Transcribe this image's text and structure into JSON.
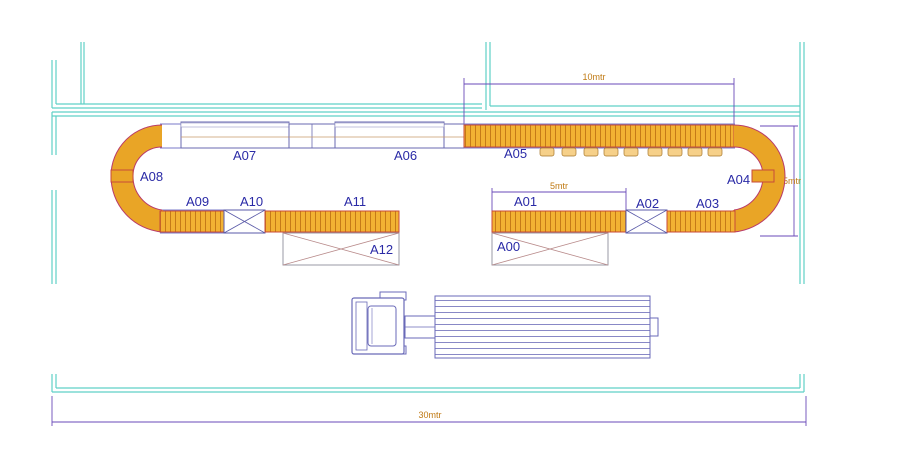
{
  "labels": {
    "a00": "A00",
    "a01": "A01",
    "a02": "A02",
    "a03": "A03",
    "a04": "A04",
    "a05": "A05",
    "a06": "A06",
    "a07": "A07",
    "a08": "A08",
    "a09": "A09",
    "a10": "A10",
    "a11": "A11",
    "a12": "A12"
  },
  "dimensions": {
    "top": "10mtr",
    "right": "5mtr",
    "middle": "5mtr",
    "bottom": "30mtr"
  },
  "colors": {
    "wall": "#5fd0c6",
    "belt": "#e9a526",
    "text": "#2a2aa6",
    "dimension_text": "#c07a14",
    "vehicle": "#6a6ab8"
  },
  "icons": {
    "vehicle": "truck-icon"
  }
}
